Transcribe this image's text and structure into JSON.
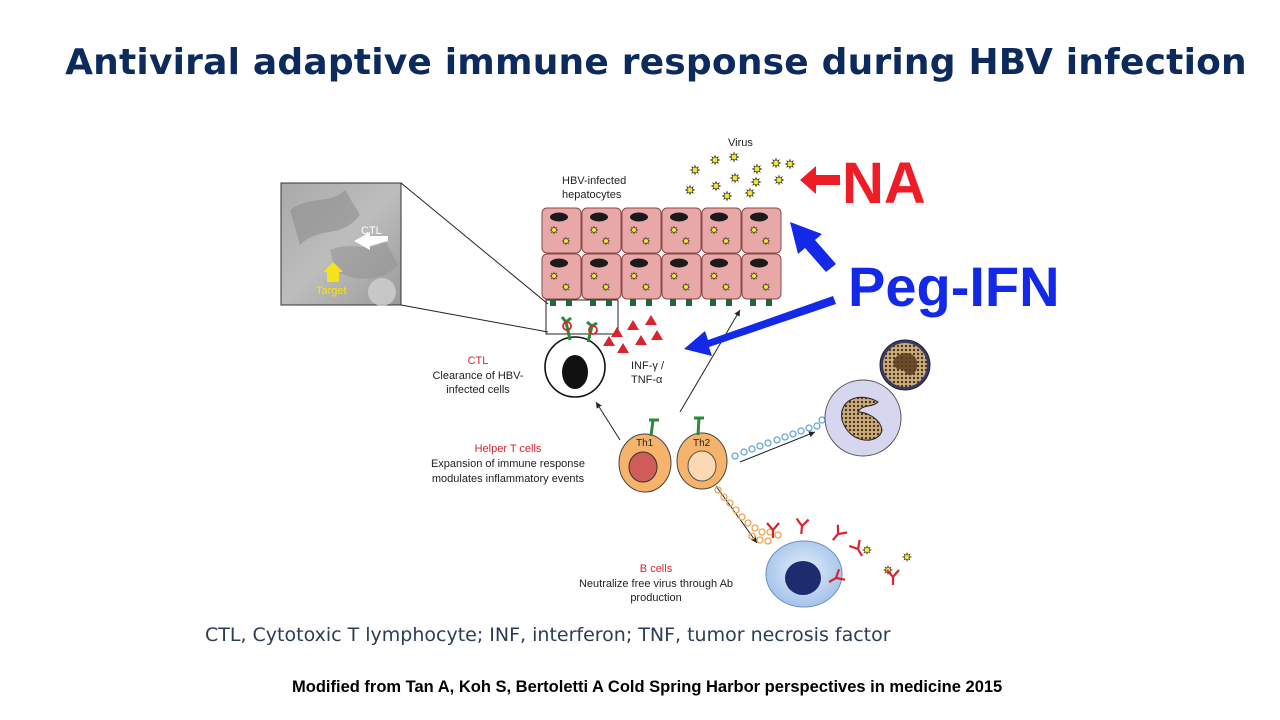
{
  "title": "Antiviral adaptive immune response during HBV infection",
  "labels": {
    "virus": "Virus",
    "hepatocytes_line1": "HBV-infected",
    "hepatocytes_line2": "hepatocytes",
    "ctl_inset": "CTL",
    "target": "Target",
    "ctl_heading": "CTL",
    "ctl_desc_line1": "Clearance of HBV-",
    "ctl_desc_line2": "infected cells",
    "cytokines_line1": "INF-γ /",
    "cytokines_line2": "TNF-α",
    "th1": "Th1",
    "th2": "Th2",
    "helper_heading": "Helper T cells",
    "helper_desc_line1": "Expansion of immune response",
    "helper_desc_line2": "modulates inflammatory events",
    "bcell_heading": "B cells",
    "bcell_desc_line1": "Neutralize free virus through Ab",
    "bcell_desc_line2": "production"
  },
  "treatments": {
    "na": "NA",
    "peg_ifn": "Peg-IFN"
  },
  "abbreviations": "CTL, Cytotoxic T lymphocyte; INF, interferon; TNF, tumor necrosis factor",
  "citation": "Modified from Tan A, Koh S, Bertoletti A Cold Spring Harbor perspectives  in medicine 2015",
  "colors": {
    "title": "#0d2a5c",
    "na": "#ee1c25",
    "peg_ifn": "#1428e8",
    "hepatocyte": "#e8a8a8",
    "helper_cell": "#f6b36b",
    "b_cell": "#a9c7ec"
  }
}
